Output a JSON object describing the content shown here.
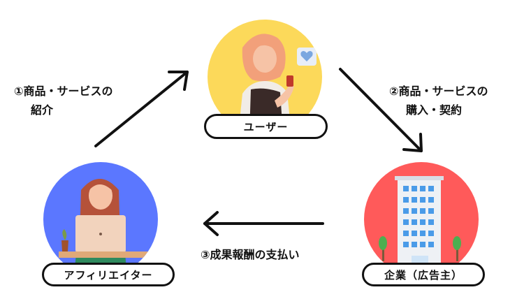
{
  "nodes": {
    "user": {
      "label": "ユーザー",
      "circle_color": "#fcd95a"
    },
    "affiliate": {
      "label": "アフィリエイター",
      "circle_color": "#5b77ff"
    },
    "company": {
      "label": "企業（広告主）",
      "circle_color": "#ff5a5a"
    }
  },
  "steps": {
    "s1": {
      "line1": "①商品・サービスの",
      "line2": "紹介"
    },
    "s2": {
      "line1": "②商品・サービスの",
      "line2": "購入・契約"
    },
    "s3": {
      "line1": "③成果報酬の支払い"
    }
  }
}
